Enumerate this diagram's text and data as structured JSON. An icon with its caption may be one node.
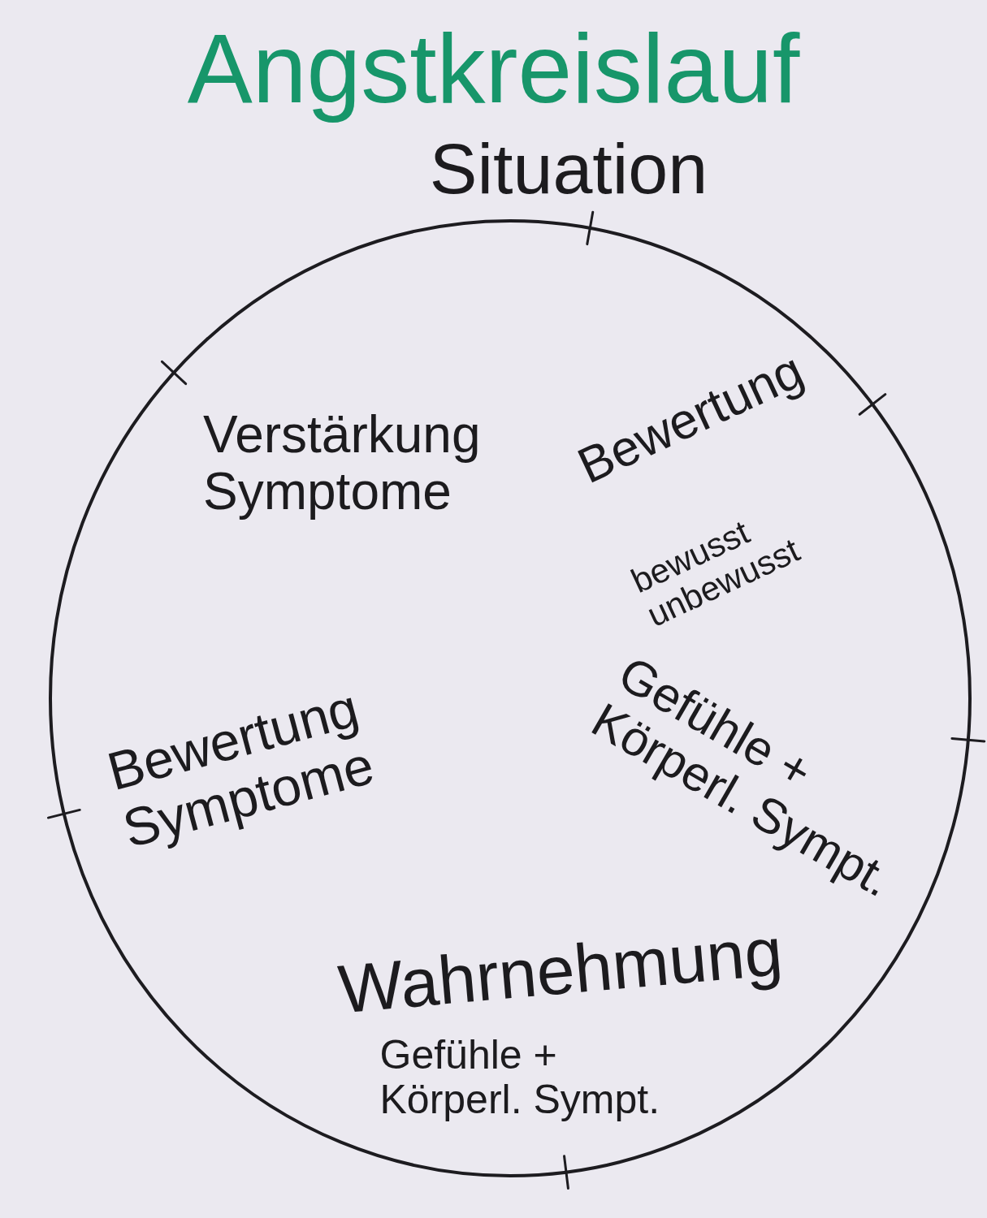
{
  "diagram": {
    "title": "Angstkreislauf",
    "nodes": [
      {
        "text": [
          "Situation",
          "Bewertung",
          "bewusst unbewusst",
          "Gefühle + Körperl. Sympt.",
          "Wahrnehmung",
          "Gefühle + Körperl. Sympt.",
          "Bewertung Symptome",
          "Verstärkung Symptome"
        ]
      }
    ]
  }
}
